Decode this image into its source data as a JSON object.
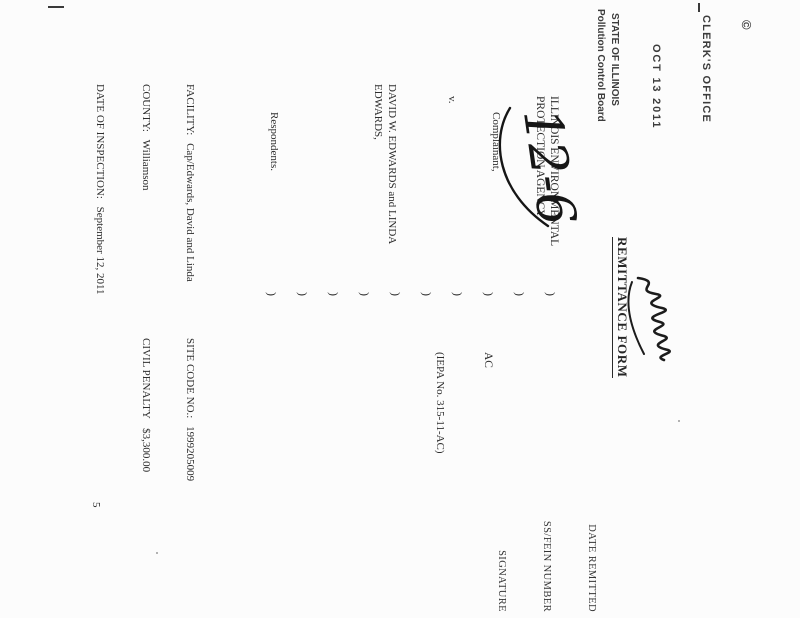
{
  "page": {
    "paper_color": "#fcfcfc",
    "ink_color": "#2e2e2e"
  },
  "stamp": {
    "mark": "©",
    "office": "CLERK'S OFFICE",
    "date": "OCT 13 2011",
    "state": "STATE OF ILLINOIS",
    "board": "Pollution Control Board"
  },
  "title": "REMITTANCE FORM",
  "remit": {
    "date_remitted": "DATE REMITTED",
    "ss_fein_number": "SS/FEIN NUMBER",
    "signature": "SIGNATURE"
  },
  "caption": {
    "complainant_name_line1": "ILLINOIS ENVIRONMENTAL",
    "complainant_name_line2": "PROTECTION AGENCY,",
    "complainant_role": "Complainant,",
    "versus": "v.",
    "respondent_name_line1": "DAVID W. EDWARDS and LINDA",
    "respondent_name_line2": "EDWARDS,",
    "respondent_role": "Respondents.",
    "paren_glyph": ")",
    "paren_count": 10,
    "case_type": "AC",
    "iepa_number": "(IEPA No. 315-11-AC)",
    "handwritten_docket": "12-6"
  },
  "details": {
    "facility_label": "FACILITY:",
    "facility_value": "Cap/Edwards, David and Linda",
    "site_code_label": "SITE CODE NO.:",
    "site_code_value": "1999205009",
    "county_label": "COUNTY:",
    "county_value": "Williamson",
    "penalty_label": "CIVIL PENALTY",
    "penalty_value": "$3,300.00",
    "inspection_label": "DATE OF INSPECTION:",
    "inspection_value": "September 12, 2011",
    "page_number": "5"
  }
}
